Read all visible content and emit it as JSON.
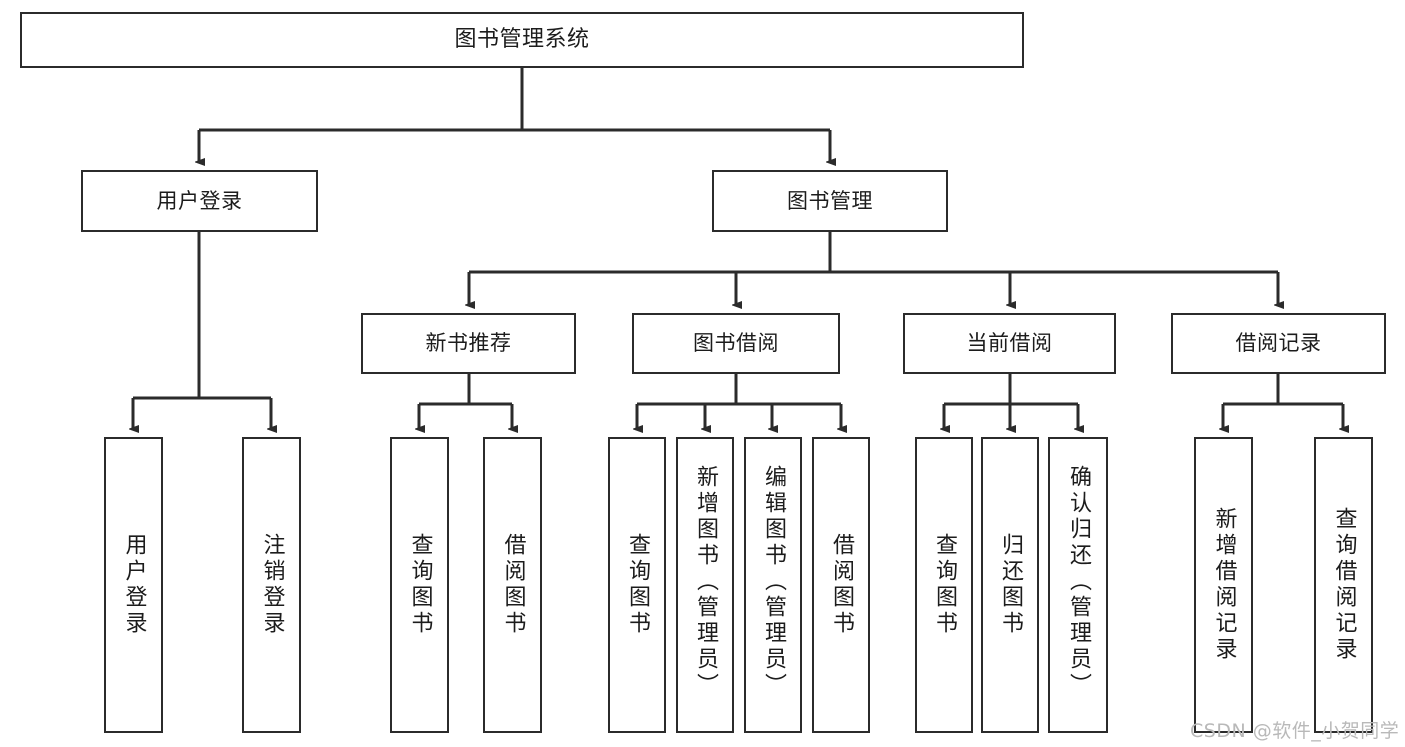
{
  "diagram": {
    "title": "图书管理系统",
    "watermark": "CSDN @软件_小贺同学",
    "colors": {
      "box_border": "#2b2b2b",
      "box_fill": "#ffffff",
      "edge": "#2b2b2b",
      "text": "#1c1c1c",
      "watermark": "#b9b9b9"
    },
    "nodes": {
      "root": {
        "label": "图书管理系统"
      },
      "level2": [
        {
          "label": "用户登录"
        },
        {
          "label": "图书管理"
        }
      ],
      "level3": [
        {
          "label": "新书推荐"
        },
        {
          "label": "图书借阅"
        },
        {
          "label": "当前借阅"
        },
        {
          "label": "借阅记录"
        }
      ],
      "leaves": {
        "user_login": [
          {
            "label": "用户登录"
          },
          {
            "label": "注销登录"
          }
        ],
        "new_book_recommend": [
          {
            "label": "查询图书"
          },
          {
            "label": "借阅图书"
          }
        ],
        "book_borrow": [
          {
            "label": "查询图书"
          },
          {
            "label": "新增图书（管理员）"
          },
          {
            "label": "编辑图书（管理员）"
          },
          {
            "label": "借阅图书"
          }
        ],
        "current_borrow": [
          {
            "label": "查询图书"
          },
          {
            "label": "归还图书"
          },
          {
            "label": "确认归还（管理员）"
          }
        ],
        "borrow_record": [
          {
            "label": "新增借阅记录"
          },
          {
            "label": "查询借阅记录"
          }
        ]
      }
    }
  }
}
